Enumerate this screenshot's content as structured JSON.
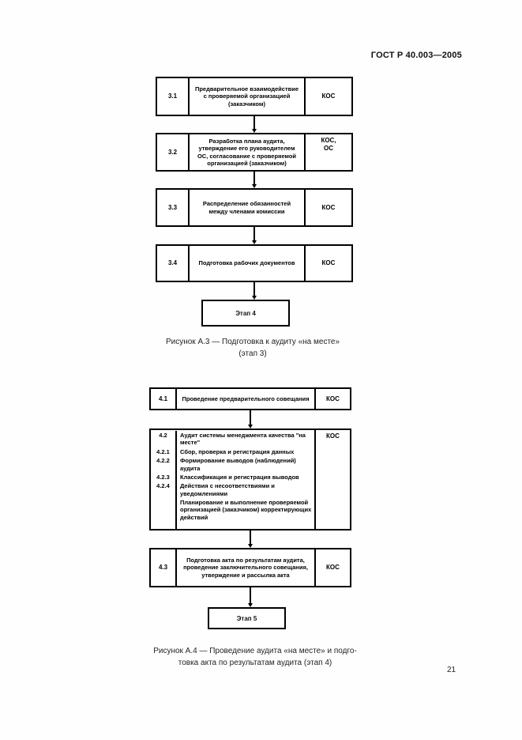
{
  "page": {
    "header": "ГОСТ Р 40.003—2005",
    "page_number": "21"
  },
  "fig_a3": {
    "rows": [
      {
        "num": "3.1",
        "text": "Предварительное взаимодействие с проверяемой организацией (заказчиком)",
        "resp": "КОС"
      },
      {
        "num": "3.2",
        "text": "Разработка плана аудита, утверждение его руководителем ОС, согласование с проверяемой организацией (заказчиком)",
        "resp": "КОС,\nОС"
      },
      {
        "num": "3.3",
        "text": "Распределение обязанностей между членами комиссии",
        "resp": "КОС"
      },
      {
        "num": "3.4",
        "text": "Подготовка рабочих документов",
        "resp": "КОС"
      }
    ],
    "terminal": "Этап 4",
    "caption_line1": "Рисунок А.3 — Подготовка к аудиту «на месте»",
    "caption_line2": "(этап 3)"
  },
  "fig_a4": {
    "row_41": {
      "num": "4.1",
      "text": "Проведение предварительного совещания",
      "resp": "КОС"
    },
    "row_42": {
      "resp": "КОС",
      "items": [
        {
          "num": "4.2",
          "text": "Аудит системы менеджмента качества \"на месте\""
        },
        {
          "num": "4.2.1",
          "text": "Сбор, проверка и регистрация данных"
        },
        {
          "num": "4.2.2",
          "text": "Формирование выводов (наблюдений) аудита"
        },
        {
          "num": "4.2.3",
          "text": "Классификация и регистрация выводов"
        },
        {
          "num": "4.2.4",
          "text": "Действия с несоответствиями и уведомлениями"
        },
        {
          "num": "",
          "text": "Планирование и выполнение проверяемой организацией (заказчиком) корректирующих действий"
        }
      ]
    },
    "row_43": {
      "num": "4.3",
      "text": "Подготовка акта по результатам аудита, проведение заключительного совещания, утверждение и рассылка акта",
      "resp": "КОС"
    },
    "terminal": "Этап 5",
    "caption_line1": "Рисунок А.4 — Проведение аудита «на месте» и подго-",
    "caption_line2": "товка акта по результатам аудита (этап 4)"
  }
}
